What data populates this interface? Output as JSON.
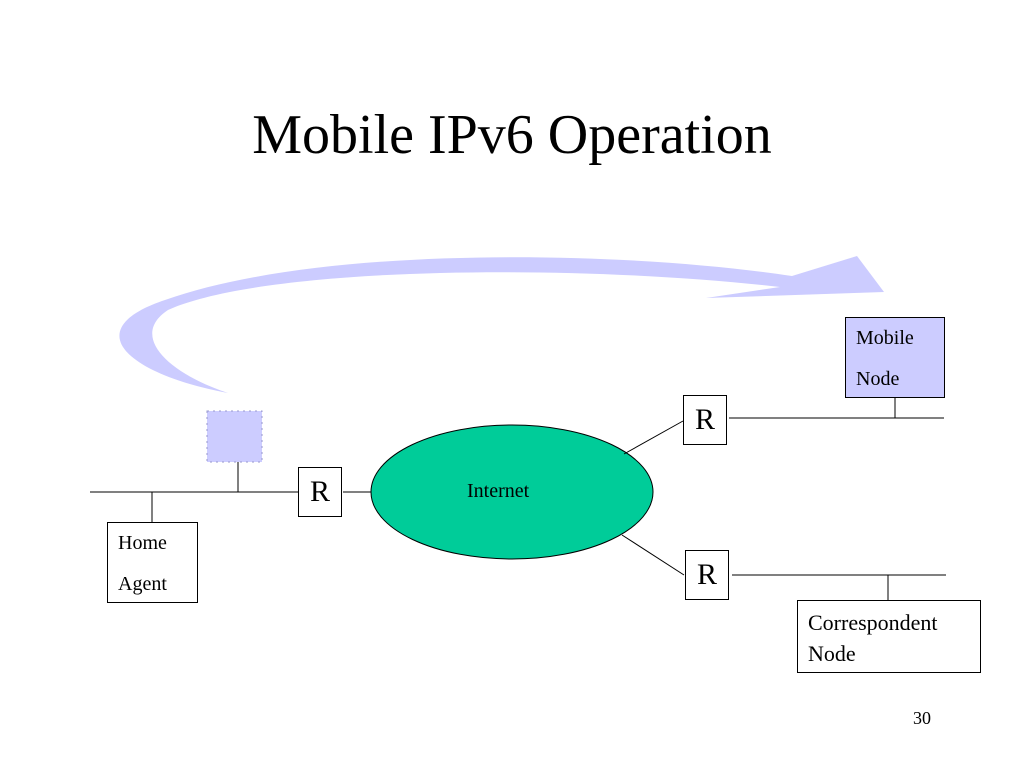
{
  "slide": {
    "title": "Mobile IPv6 Operation",
    "page_number": "30"
  },
  "diagram": {
    "routers": [
      {
        "id": "router-home",
        "label": "R"
      },
      {
        "id": "router-mobile",
        "label": "R"
      },
      {
        "id": "router-correspondent",
        "label": "R"
      }
    ],
    "internet_label": "Internet",
    "home_agent": {
      "line1": "Home",
      "line2": "Agent"
    },
    "mobile_node": {
      "line1": "Mobile",
      "line2": "Node"
    },
    "correspondent_node": {
      "line1": "Correspondent",
      "line2": "Node"
    }
  },
  "colors": {
    "arrow_fill": "#CCCCFF",
    "internet_fill": "#00CC99",
    "node_fill": "#CCCCFF"
  }
}
